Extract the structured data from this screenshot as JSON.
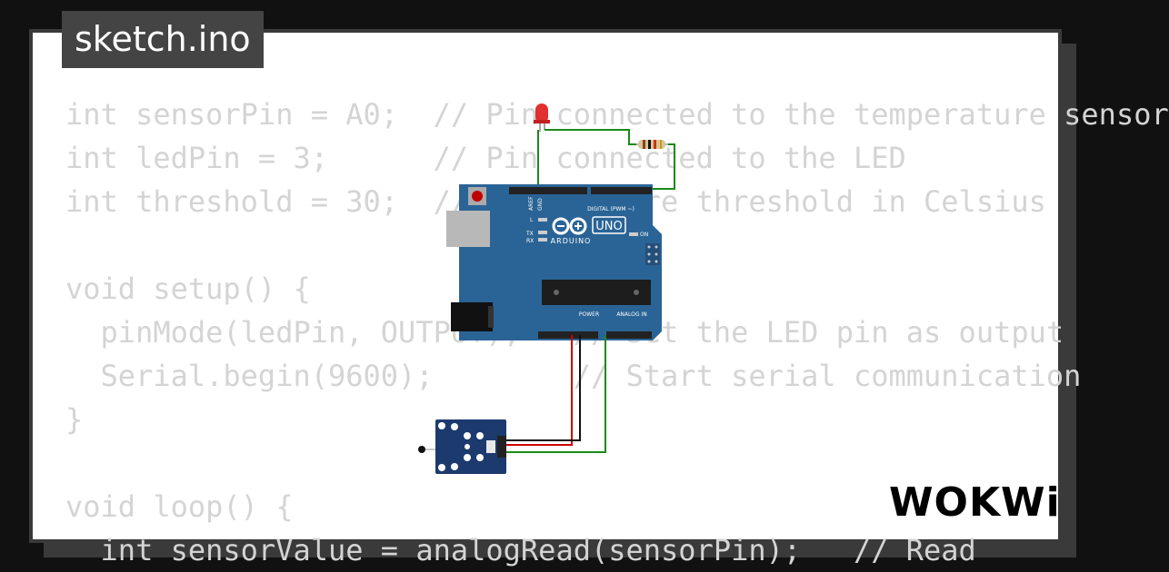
{
  "title": "sketch.ino",
  "code_lines": [
    "int sensorPin = A0;  // Pin connected to the temperature sensor",
    "int ledPin = 3;      // Pin connected to the LED",
    "int threshold = 30;  // Temperature threshold in Celsius",
    "",
    "void setup() {",
    "  pinMode(ledPin, OUTPUT);   // Set the LED pin as output",
    "  Serial.begin(9600);        // Start serial communication",
    "}",
    "",
    "void loop() {",
    "  int sensorValue = analogRead(sensorPin);   // Read"
  ],
  "board": {
    "brand": "ARDUINO",
    "model": "UNO",
    "digital_label": "DIGITAL (PWM ~)",
    "power_label": "POWER",
    "analog_label": "ANALOG IN",
    "aref": "AREF",
    "gnd": "GND",
    "on_label": "ON",
    "tx_label": "TX",
    "rx_label": "RX",
    "l_label": "L"
  },
  "brand_logo": "WOKWi",
  "colors": {
    "background": "#111111",
    "card": "#ffffff",
    "code_text": "#d4d4d4",
    "board_blue": "#2a6496",
    "wire_green": "#1a8a1a",
    "wire_red": "#cc0000"
  }
}
